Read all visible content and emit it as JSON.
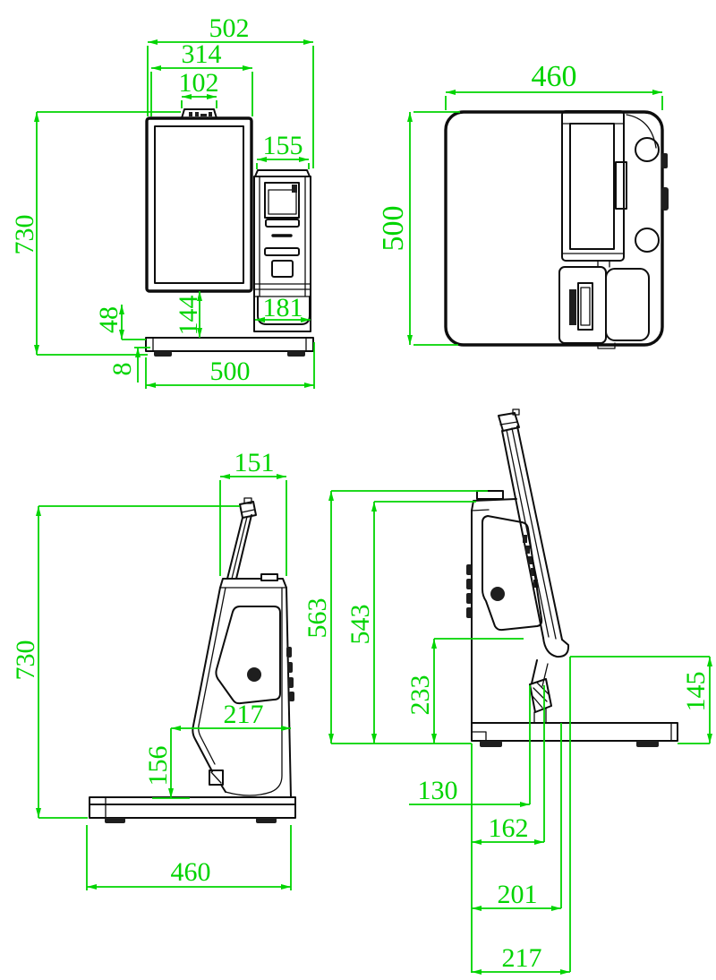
{
  "drawing": {
    "type": "technical-dimension-drawing",
    "subject": "self-service kiosk terminal, four orthographic views",
    "colors": {
      "dimension_green": "#00d400",
      "line_black": "#0d0d0d",
      "background": "#ffffff"
    },
    "views": {
      "front": {
        "dims": {
          "overall_width": "502",
          "display_width": "314",
          "camera_width": "102",
          "tower_width": "155",
          "overall_height": "730",
          "display_to_base": "144",
          "base_height": "48",
          "tray_width": "181",
          "foot_height": "8",
          "base_width": "500"
        }
      },
      "top": {
        "dims": {
          "width": "460",
          "depth": "500"
        }
      },
      "side_left": {
        "dims": {
          "screen_cap_width": "151",
          "overall_height": "730",
          "body_depth": "217",
          "stand_front_height": "156",
          "base_depth": "460"
        }
      },
      "side_right": {
        "dims": {
          "total_height": "563",
          "column_height": "543",
          "lower_section_height": "233",
          "hinge_to_ground": "145",
          "offset_a": "130",
          "offset_b": "162",
          "offset_c": "201",
          "offset_d": "217"
        }
      }
    }
  }
}
